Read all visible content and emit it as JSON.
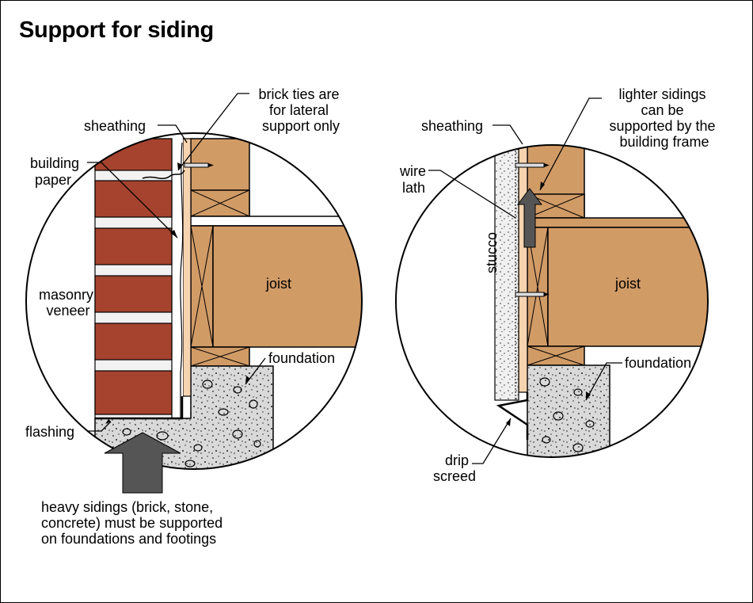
{
  "title": "Support for siding",
  "colors": {
    "wood": "#d19b66",
    "brick": "#a5432e",
    "mortar": "#f2f2f2",
    "concrete": "#d9d9d9",
    "sheathing": "#f6d4b0",
    "arrow": "#555555",
    "stucco": "#ececec"
  },
  "left": {
    "sheathing": "sheathing",
    "building_paper": [
      "building",
      "paper"
    ],
    "brick_ties": [
      "brick ties are",
      "for lateral",
      "support only"
    ],
    "masonry_veneer": [
      "masonry",
      "veneer"
    ],
    "joist": "joist",
    "foundation": "foundation",
    "flashing": "flashing",
    "caption": [
      "heavy sidings (brick, stone,",
      "concrete) must be supported",
      "on foundations and footings"
    ]
  },
  "right": {
    "sheathing": "sheathing",
    "wire_lath": [
      "wire",
      "lath"
    ],
    "stucco": "stucco",
    "lighter": [
      "lighter sidings",
      "can be",
      "supported by the",
      "building frame"
    ],
    "joist": "joist",
    "foundation": "foundation",
    "drip_screed": [
      "drip",
      "screed"
    ]
  }
}
